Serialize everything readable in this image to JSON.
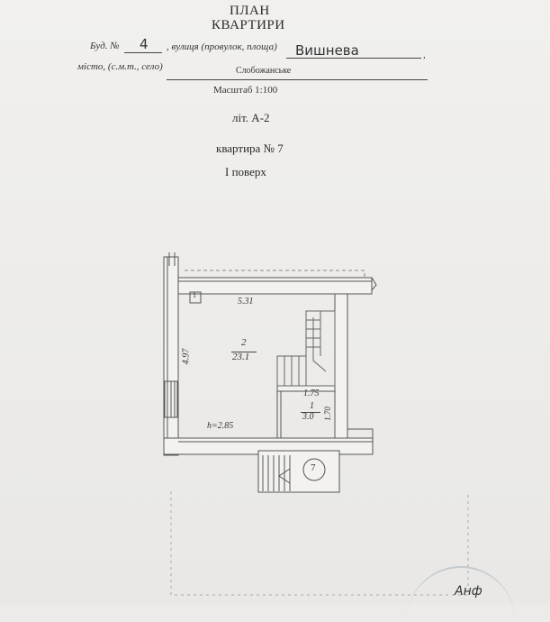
{
  "header": {
    "line1": "ПЛАН",
    "line2": "КВАРТИРИ"
  },
  "address": {
    "building_label": "Буд. №",
    "building_number": "4",
    "street_label": ", вулиця (провулок, площа)",
    "street_value": "Вишнева",
    "city_label": "місто, (с.м.т., село)",
    "city_value": "Слобожанське",
    "trailing_comma": ","
  },
  "scale": "Масштаб 1:100",
  "letter": "літ. А-2",
  "apartment": "квартира № 7",
  "floor": "I поверх",
  "plan": {
    "dim_width": "5.31",
    "dim_height": "4.97",
    "room2_number": "2",
    "room2_area": "23.1",
    "room1_number": "1",
    "room1_area": "3.0",
    "room1_width": "1.75",
    "room1_height": "1.70",
    "ceiling_height": "h=2.85",
    "entrance_number": "7",
    "small_mark": "1"
  },
  "signature": "Анф"
}
